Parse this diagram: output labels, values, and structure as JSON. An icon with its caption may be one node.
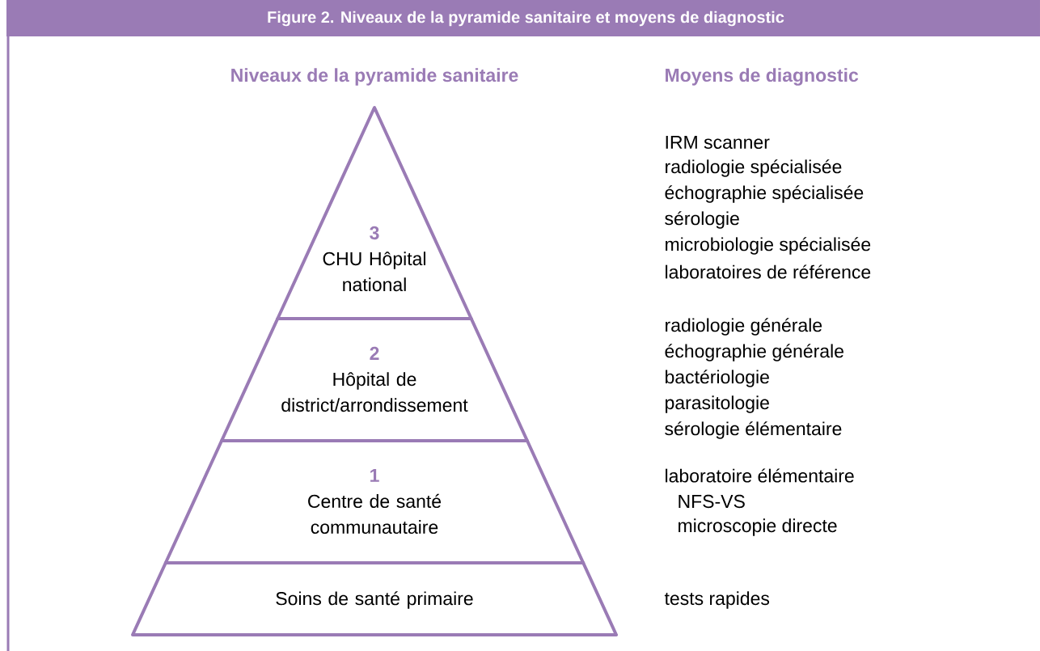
{
  "diagram": {
    "title": "Figure 2. Niveaux de la pyramide sanitaire et moyens de diagnostic",
    "nodes": [
      {
        "text": [
          "3",
          "CHU Hôpital national"
        ],
        "beside": [
          "IRM scanner",
          "radiologie spécialisée",
          "échographie spécialisée",
          "sérologie",
          "microbiologie spécialisée",
          "laboratoires de référence"
        ]
      },
      {
        "text": [
          "2",
          "Hôpital de district/arrondissement"
        ],
        "beside": [
          "radiologie générale",
          "échographie générale",
          "bactériologie",
          "parasitologie",
          "sérologie élémentaire"
        ]
      },
      {
        "text": [
          "1",
          "Centre de santé communautaire"
        ],
        "beside": [
          "laboratoire élémentaire",
          "NFS-VS",
          "microscopie directe"
        ]
      },
      {
        "text": [
          "Soins de santé primaire"
        ],
        "beside": [
          "tests rapides"
        ]
      }
    ],
    "labels": [
      "Niveaux de la pyramide sanitaire",
      "Moyens de diagnostic"
    ]
  }
}
